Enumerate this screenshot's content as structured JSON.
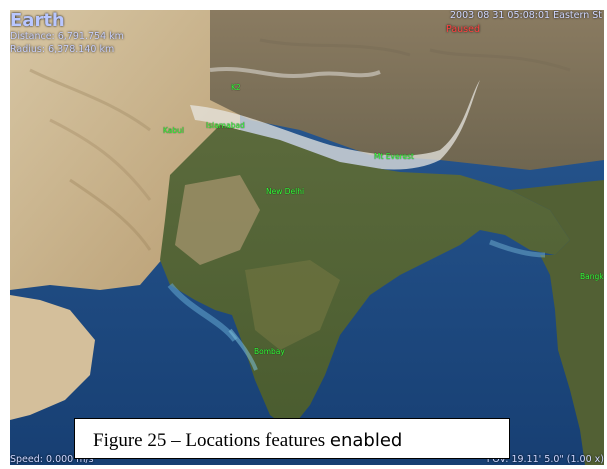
{
  "hud": {
    "object_name": "Earth",
    "distance": "Distance: 6,791.754 km",
    "radius": "Radius: 6,378.140 km",
    "datetime": "2003 08 31 05:08:01 Eastern St",
    "status": "Paused",
    "speed": "Speed: 0.000 m/s",
    "fov": "FOV: 19.11' 5.0\" (1.00 x)"
  },
  "locations": {
    "loc_a": "Kabul",
    "loc_b": "Islamabad",
    "loc_c": "Mt Everest",
    "loc_d": "New Delhi",
    "loc_e": "Bombay",
    "loc_f": "Bangk",
    "loc_g": "K2"
  },
  "caption": {
    "prefix": "Figure 25 – Locations features ",
    "suffix": "enabled"
  },
  "colors": {
    "location_label": "#34ff3a",
    "status_paused": "#ff4040",
    "hud_text": "#c7cff9"
  }
}
